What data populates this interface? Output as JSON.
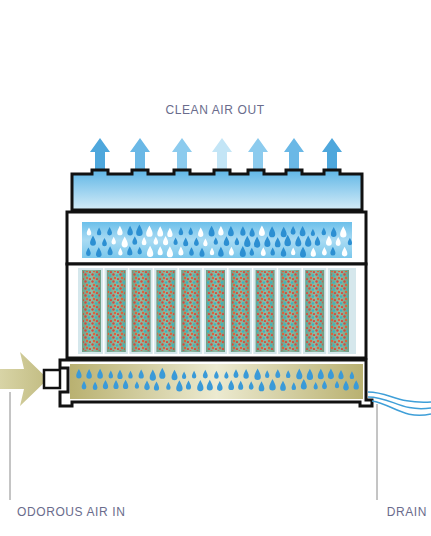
{
  "diagram": {
    "labels": [
      "CLEAN AIR OUT",
      "ODOROUS AIR IN",
      "DRAIN"
    ]
  }
}
